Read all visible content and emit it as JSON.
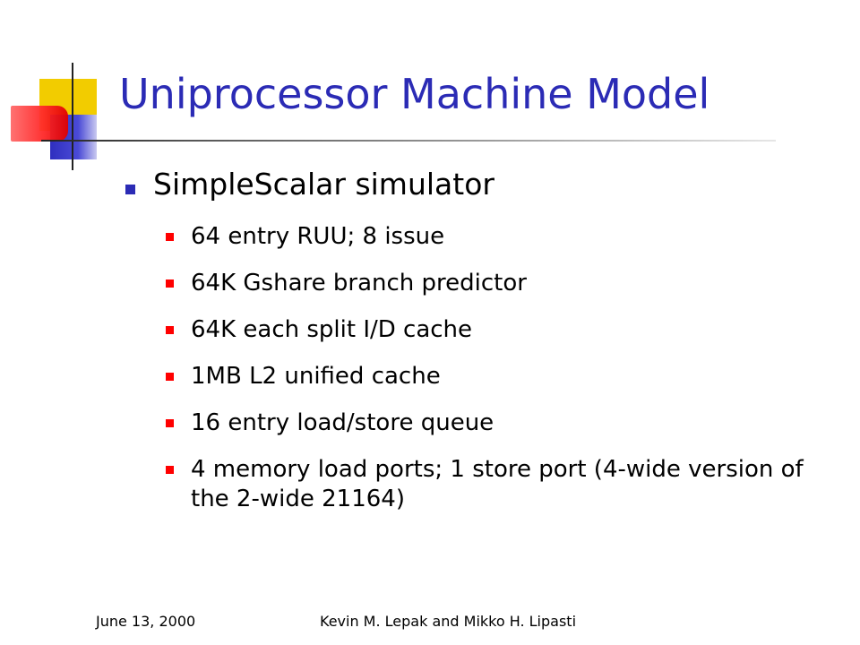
{
  "slide": {
    "title": "Uniprocessor Machine Model",
    "top_bullet": "SimpleScalar simulator",
    "sub_bullets": [
      "64 entry RUU; 8 issue",
      "64K Gshare branch predictor",
      "64K each split I/D cache",
      "1MB L2 unified cache",
      "16 entry load/store queue",
      "4 memory load ports; 1 store port (4-wide version of the 2-wide 21164)"
    ]
  },
  "footer": {
    "date": "June 13, 2000",
    "authors": "Kevin M. Lepak and Mikko H. Lipasti"
  },
  "colors": {
    "title": "#2b2bb5",
    "bullet_level1": "#2b2bb5",
    "bullet_level2": "#ff0000"
  }
}
